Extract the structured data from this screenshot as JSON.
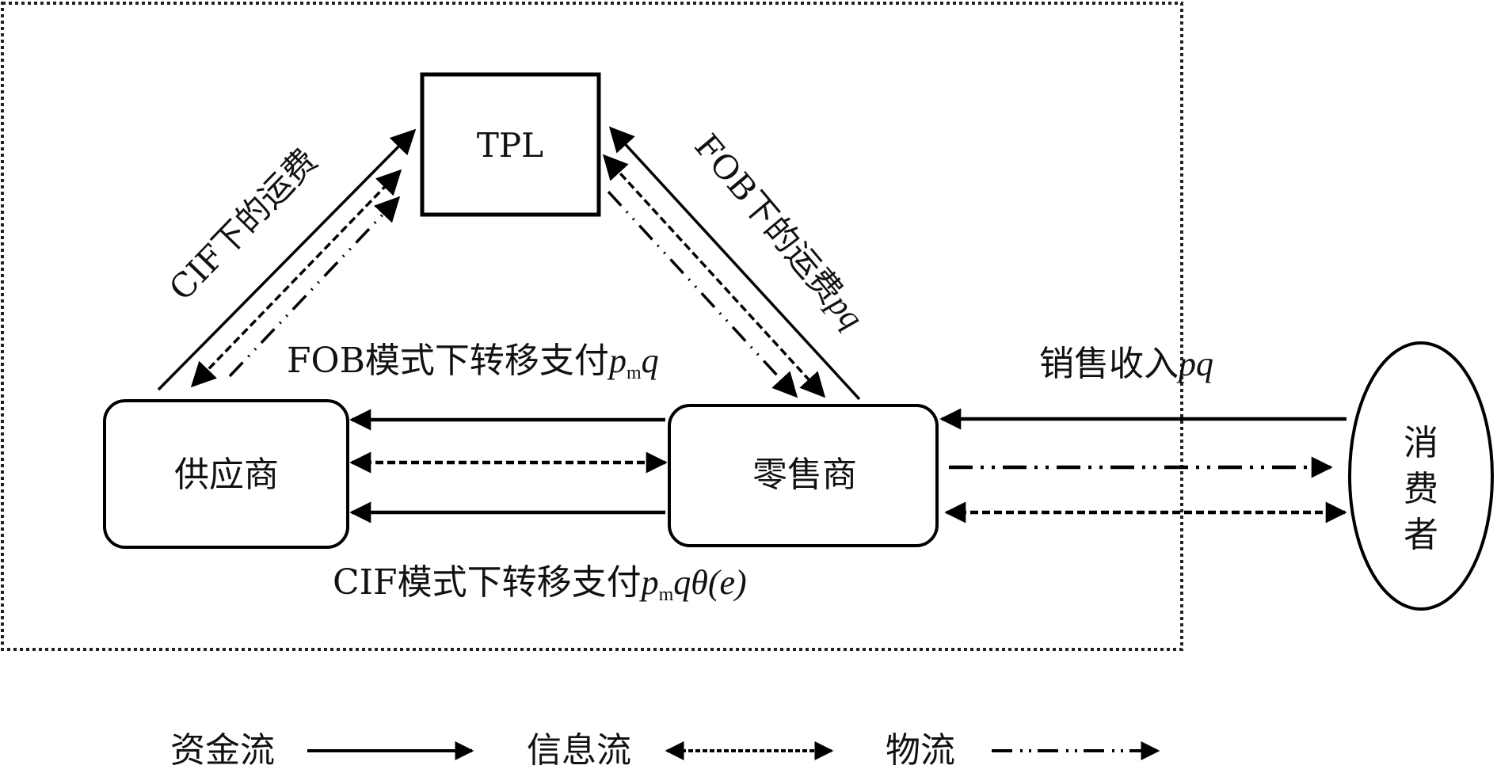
{
  "diagram": {
    "nodes": {
      "tpl": "TPL",
      "supplier": "供应商",
      "retailer": "零售商",
      "consumer": [
        "消",
        "费",
        "者"
      ]
    },
    "labels": {
      "cif_freight": {
        "text": "CIF下的运费"
      },
      "fob_freight": {
        "text": "FOB下的运费",
        "math": "pq"
      },
      "fob_transfer": {
        "text": "FOB模式下转移支付",
        "math_p": "p",
        "sub": "m",
        "math_q": "q"
      },
      "cif_transfer": {
        "text": "CIF模式下转移支付",
        "math_p": "p",
        "sub": "m",
        "math_rest": "qθ(e)"
      },
      "sales_revenue": {
        "text": "销售收入",
        "math": "pq"
      }
    },
    "legend": [
      {
        "label": "资金流",
        "type": "capital-flow"
      },
      {
        "label": "信息流",
        "type": "information-flow"
      },
      {
        "label": "物流",
        "type": "logistics-flow"
      }
    ],
    "colors": {
      "stroke": "#000000",
      "background": "#ffffff",
      "frame": "#222222"
    }
  }
}
